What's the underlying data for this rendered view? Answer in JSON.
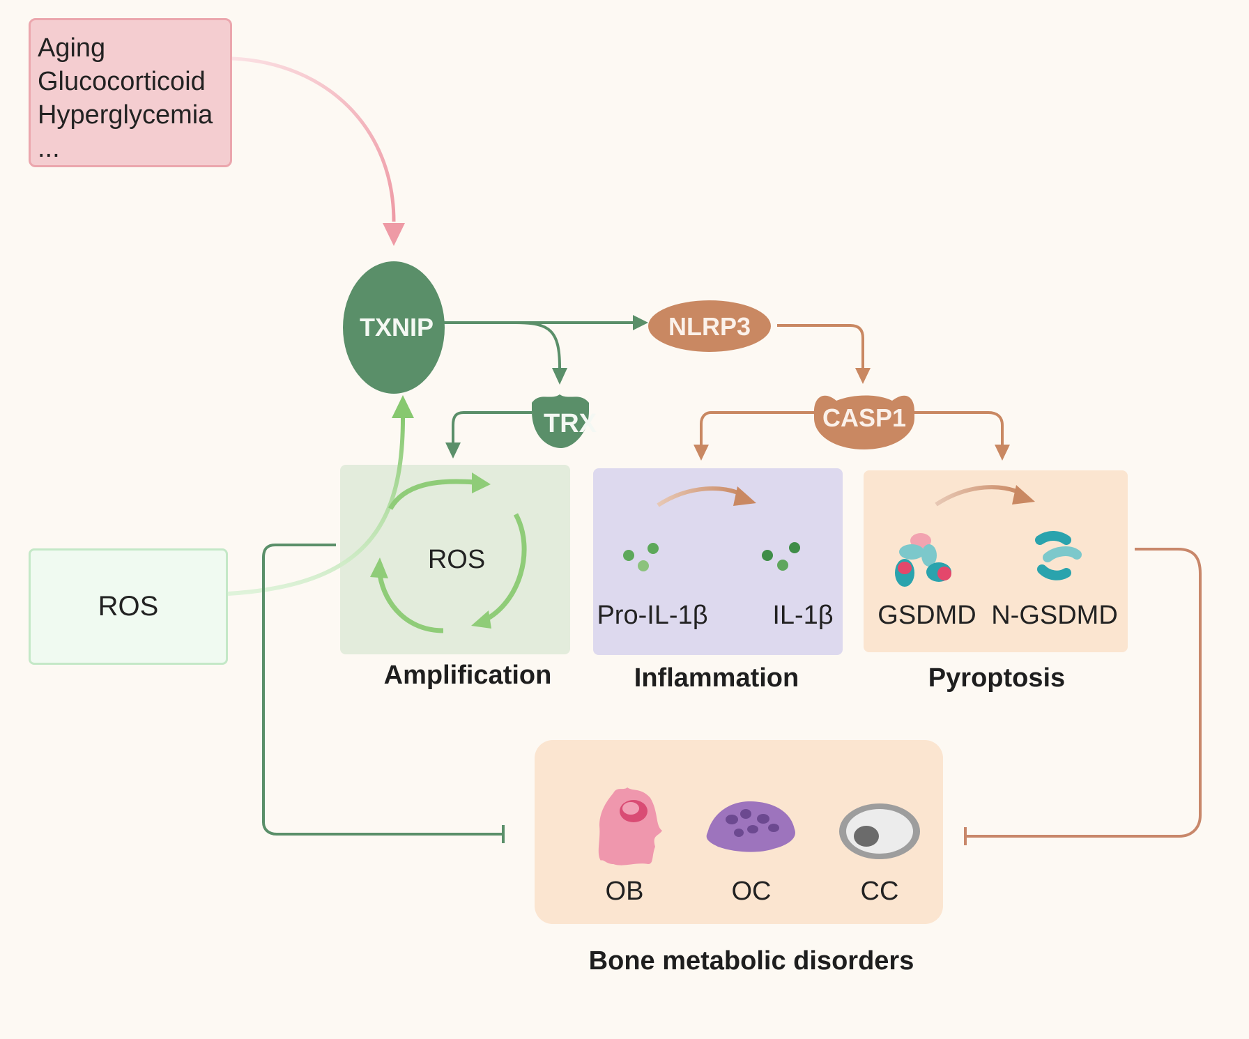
{
  "stressors": {
    "items": [
      "Aging",
      "Glucocorticoid",
      "Hyperglycemia",
      "..."
    ]
  },
  "nodes": {
    "txnip": "TXNIP",
    "nlrp3": "NLRP3",
    "trx": "TRX",
    "casp1": "CASP1"
  },
  "ros_source": {
    "label": "ROS"
  },
  "amplification": {
    "center_label": "ROS",
    "caption": "Amplification"
  },
  "inflammation": {
    "left_label": "Pro-IL-1β",
    "right_label": "IL-1β",
    "caption": "Inflammation"
  },
  "pyroptosis": {
    "left_label": "GSDMD",
    "right_label": "N-GSDMD",
    "caption": "Pyroptosis"
  },
  "bone": {
    "cells": [
      "OB",
      "OC",
      "CC"
    ],
    "caption": "Bone metabolic disorders"
  },
  "colors": {
    "background": "#fdf9f3",
    "stressor_pink": "#f4cdd0",
    "arrow_pink": "#ec9aa4",
    "txnip_green": "#5a8f69",
    "ros_green": "#8fcc78",
    "nlrp3_brown": "#c98862",
    "inhibit_brown": "#c8876a",
    "inflammation_panel": "#ddd9ee",
    "pyroptosis_panel": "#fbe5d0"
  }
}
